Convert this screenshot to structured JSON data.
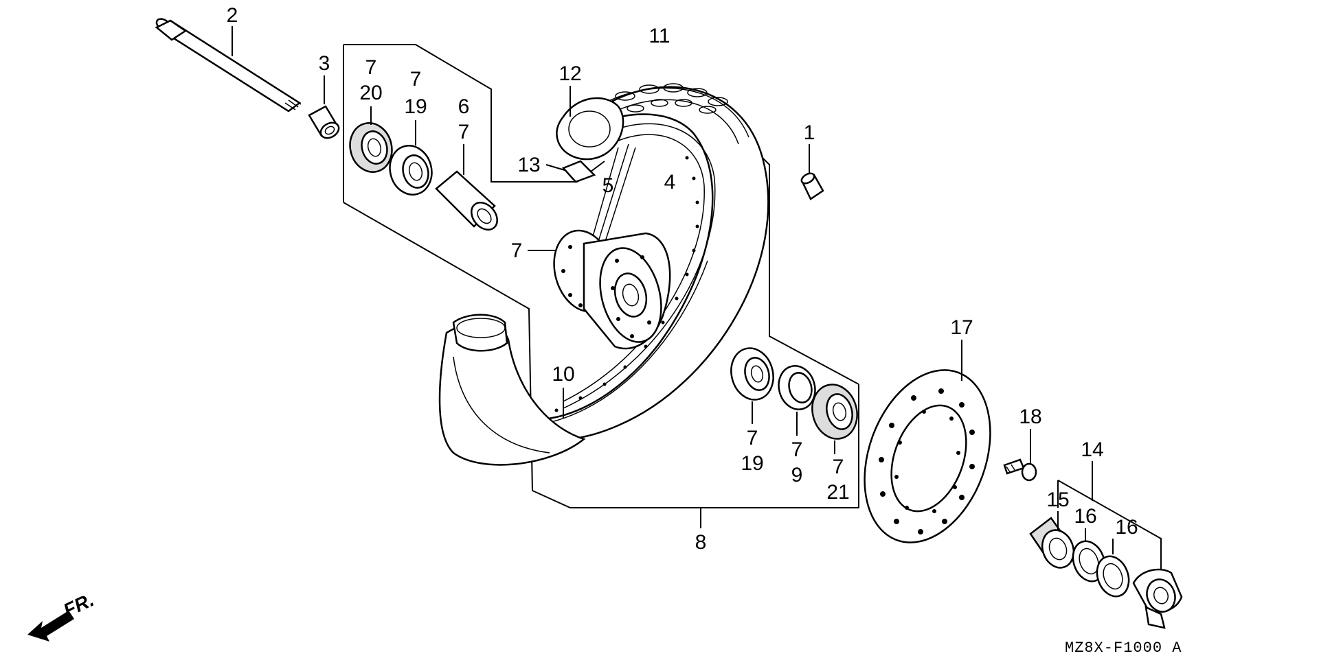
{
  "callouts": {
    "c1": "1",
    "c2": "2",
    "c3": "3",
    "c4": "4",
    "c5": "5",
    "c6": "6",
    "c6_7": "7",
    "c7_20a": "7",
    "c20": "20",
    "c7_19a": "7",
    "c19a": "19",
    "c7_hub": "7",
    "c8": "8",
    "c10": "10",
    "c11": "11",
    "c12": "12",
    "c13": "13",
    "c7_19b": "7",
    "c19b": "19",
    "c7_9": "7",
    "c9": "9",
    "c7_21": "7",
    "c21": "21",
    "c14": "14",
    "c15": "15",
    "c16a": "16",
    "c16b": "16",
    "c17": "17",
    "c18": "18"
  },
  "diagram_code": "MZ8X-F1000 A",
  "direction_label": "FR."
}
